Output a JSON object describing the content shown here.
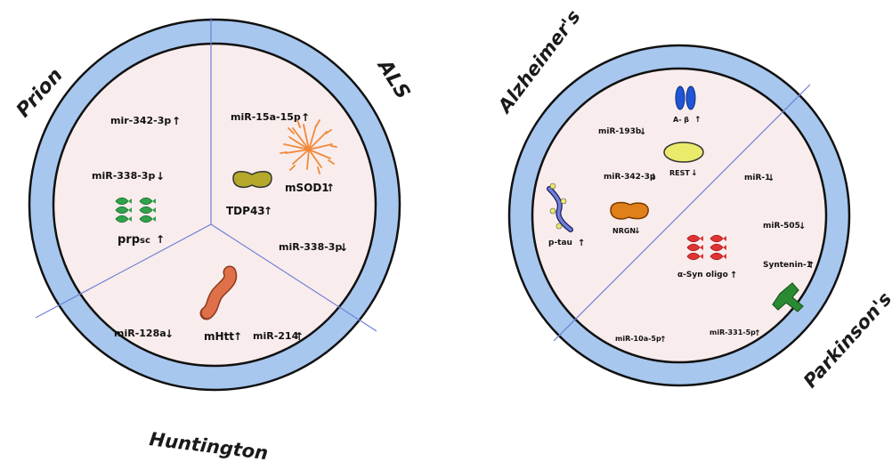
{
  "colors": {
    "ring": "#a7c7ee",
    "ring_stroke": "#111111",
    "interior": "#f9ecec",
    "divider": "#6f80d6",
    "mirna": "#e040d8",
    "amyloid": "#1f55d6",
    "rest": "#eaea6b",
    "nrgn": "#e0801a",
    "tdp43": "#b4a92a",
    "sod1": "#f08a3a",
    "prion_protein": "#2fa34a",
    "syn": "#e03333",
    "syntenin": "#2a8a32",
    "htt": "#e0704a"
  },
  "labels": {
    "prion": "Prion",
    "als": "ALS",
    "huntington": "Huntington",
    "alzheimers": "Alzheimer's",
    "parkinsons": "Parkinson's"
  },
  "left": {
    "mir342": "mir-342-3p",
    "mir342_arrow": "↑",
    "mir338": "miR-338-3p",
    "mir338_arrow": "↓",
    "prp_main": "prp",
    "prp_sub": "sc",
    "prp_arrow": "↑",
    "mir15": "miR-15a-15p",
    "mir15_arrow": "↑",
    "tdp43": "TDP43",
    "tdp43_arrow": "↑",
    "msod1": "mSOD1",
    "msod1_arrow": "↑",
    "mir338b": "miR-338-3p",
    "mir338b_arrow": "↓",
    "mir128": "miR-128a",
    "mir128_arrow": "↓",
    "mhtt": "mHtt",
    "mhtt_arrow": "↑",
    "mir214": "miR-214",
    "mir214_arrow": "↑"
  },
  "right": {
    "abeta": "A- β",
    "abeta_arrow": "↑",
    "mir193": "miR-193b",
    "mir193_arrow": "↓",
    "mir342": "miR-342-3p",
    "mir342_arrow": "↓",
    "rest": "REST",
    "rest_arrow": "↓",
    "nrgn": "NRGN",
    "nrgn_arrow": "↓",
    "ptau": "p-tau",
    "ptau_arrow": "↑",
    "mir1": "miR-1",
    "mir1_arrow": "↓",
    "mir505": "miR-505",
    "mir505_arrow": "↓",
    "syn": "α-Syn oligo",
    "syn_arrow": "↑",
    "syntenin": "Syntenin-1",
    "syntenin_arrow": "↑",
    "mir10": "miR-10a-5p",
    "mir10_arrow": "↑",
    "mir331": "miR-331-5p",
    "mir331_arrow": "↑"
  }
}
